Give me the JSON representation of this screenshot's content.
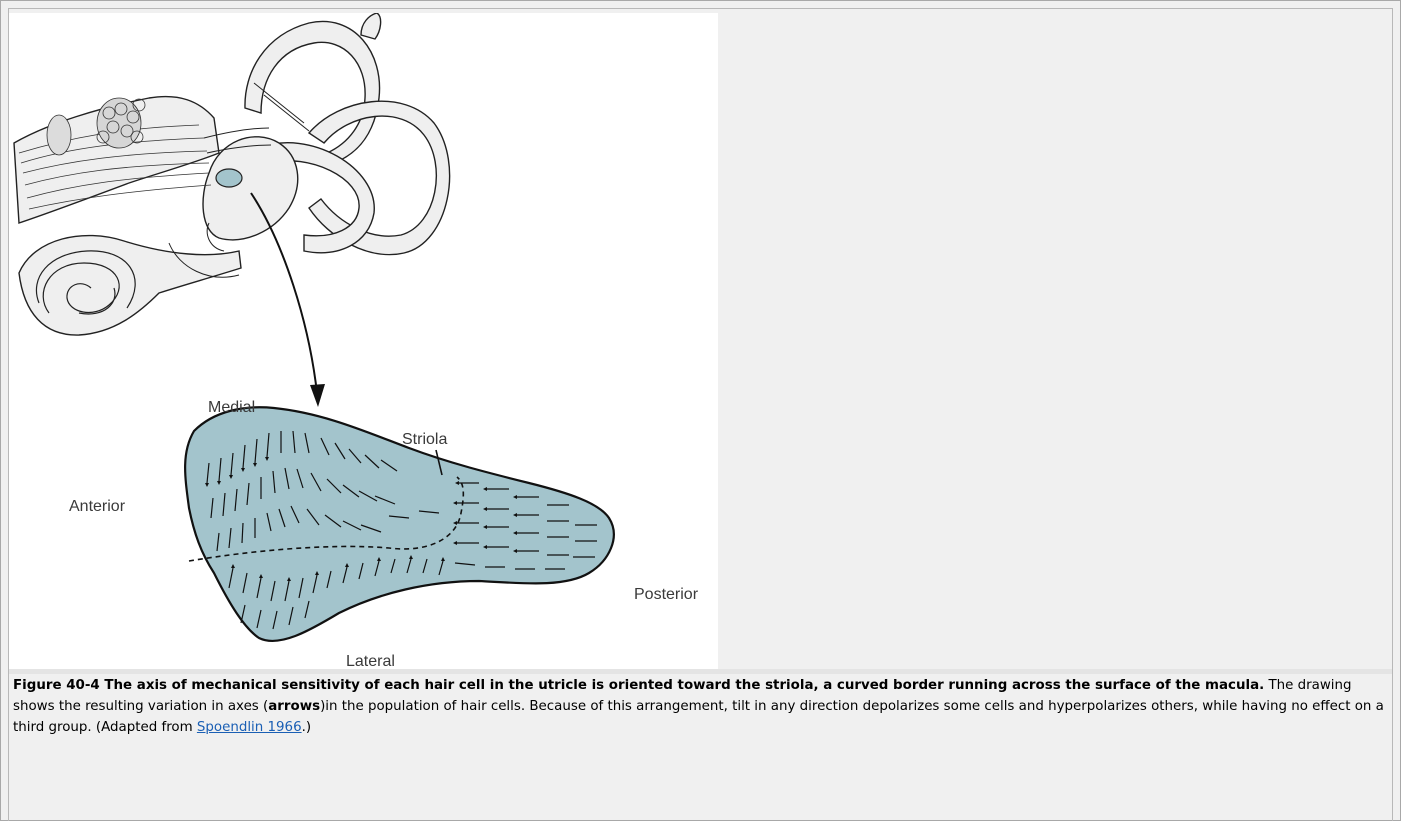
{
  "figure": {
    "labels": {
      "medial": "Medial",
      "striola": "Striola",
      "anterior": "Anterior",
      "posterior": "Posterior",
      "lateral": "Lateral"
    },
    "macula_color": "#a3c4cc"
  },
  "caption": {
    "title": "Figure 40-4 The axis of mechanical sensitivity of each hair cell in the utricle is oriented toward the striola, a curved border running across the surface of the macula.",
    "text_1": " The drawing shows the resulting variation in axes (",
    "emphasis": "arrows",
    "text_2": ")in the population of hair cells. Because of this arrangement, tilt in any direction depolarizes some cells and hyperpolarizes others, while having no effect on a third group. (Adapted from ",
    "link": "Spoendlin 1966",
    "text_3": ".)"
  }
}
